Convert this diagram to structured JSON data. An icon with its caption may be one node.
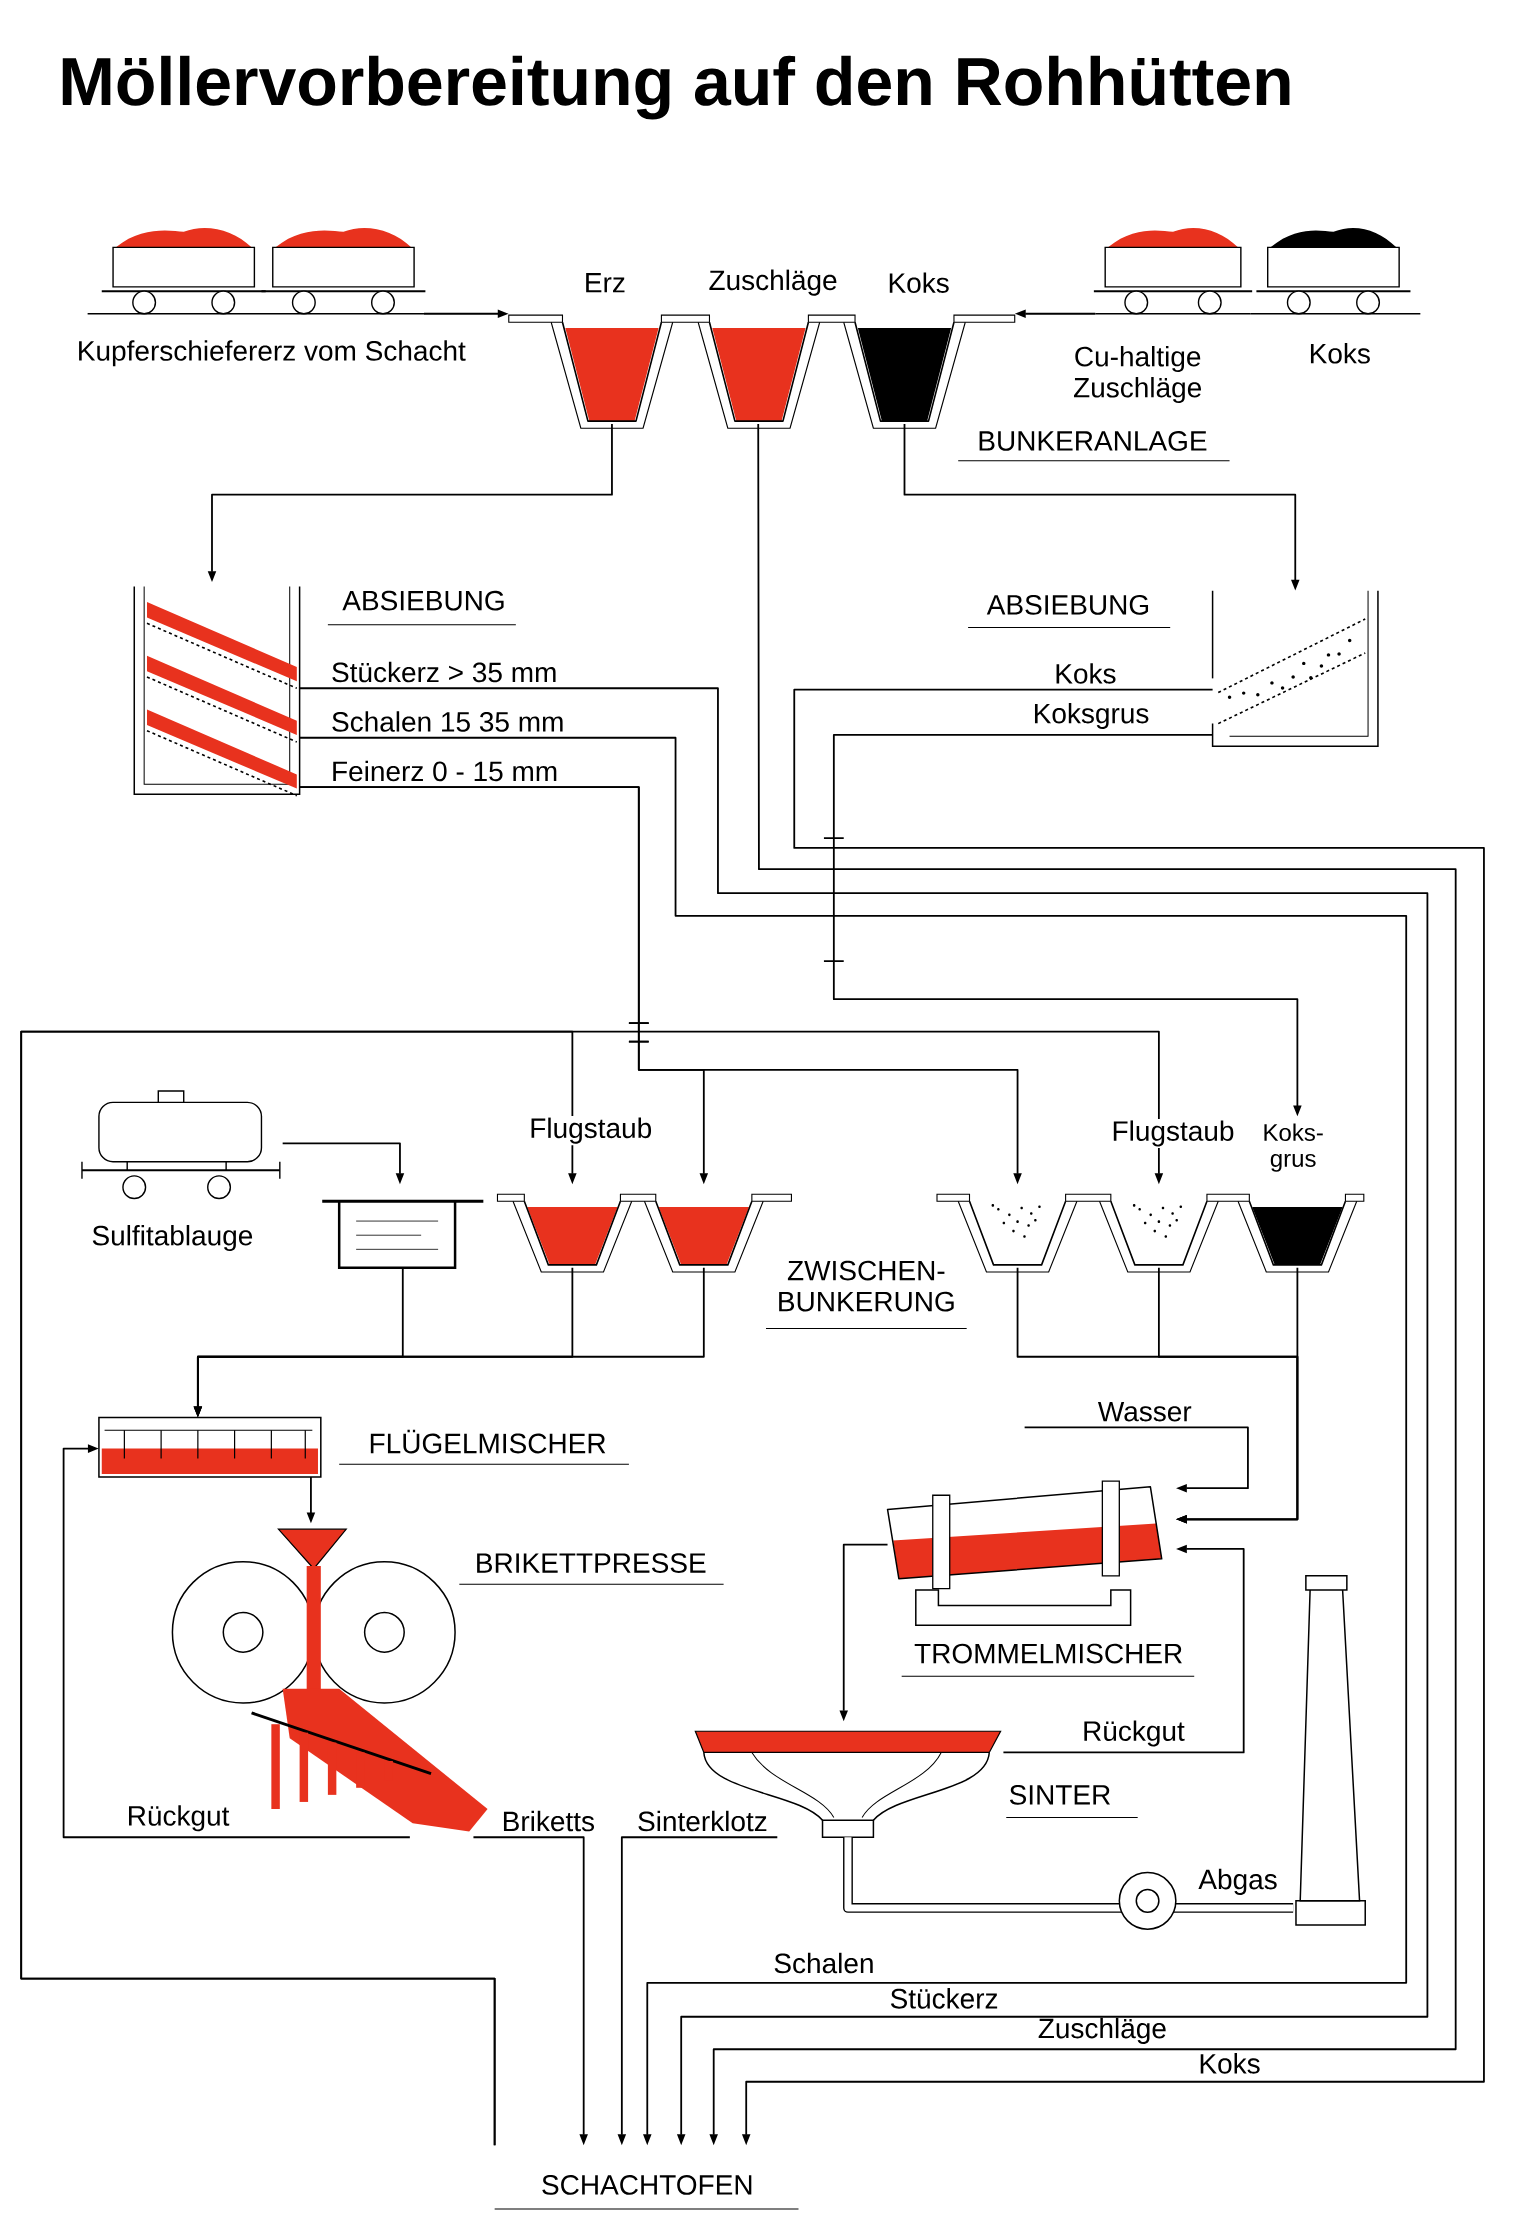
{
  "diagram": {
    "title": "Möllervorbereitung auf den Rohhütten",
    "nodes": [
      {
        "text": [
          "Kupferschiefererz vom Schacht"
        ]
      },
      {
        "text": [
          "Erz"
        ]
      },
      {
        "text": [
          "Zuschläge"
        ]
      },
      {
        "text": [
          "Koks"
        ]
      },
      {
        "text": [
          "Cu-haltige Zuschläge"
        ]
      },
      {
        "text": [
          "Koks"
        ]
      },
      {
        "text": [
          "ABSIEBUNG"
        ]
      },
      {
        "text": [
          "ABSIEBUNG"
        ]
      },
      {
        "text": [
          "Sulfitablauge"
        ]
      },
      {
        "text": [],
        "shape": "picture"
      },
      {
        "text": [],
        "shape": "picture"
      },
      {
        "text": [],
        "shape": "picture"
      },
      {
        "text": [],
        "shape": "picture"
      },
      {
        "text": [],
        "shape": "picture"
      },
      {
        "text": [],
        "shape": "picture",
        "beside": [
          "Koks- grus"
        ]
      },
      {
        "text": [
          "FLÜGELMISCHER"
        ]
      },
      {
        "text": [
          "BRIKETTPRESSE"
        ]
      },
      {
        "text": [
          "TROMMELMISCHER"
        ]
      },
      {
        "text": [
          "SINTER"
        ]
      },
      {
        "text": [],
        "shape": "picture"
      },
      {
        "text": [
          "SCHACHTOFEN"
        ]
      }
    ],
    "edges": [
      {
        "from": 0,
        "to": 1,
        "arrow": "to"
      },
      {
        "from": 4,
        "to": 3,
        "arrow": "to"
      },
      {
        "from": 1,
        "to": 6,
        "arrow": "to"
      },
      {
        "from": 3,
        "to": 7,
        "arrow": "to"
      },
      {
        "from": 2,
        "to": 20,
        "arrow": "to",
        "label": "Zuschläge"
      },
      {
        "from": 6,
        "to": 20,
        "arrow": "to",
        "label": "Stückerz > 35 mm"
      },
      {
        "from": 6,
        "to": 20,
        "arrow": "to",
        "label": "Schalen 15 35 mm"
      },
      {
        "from": 6,
        "to": 11,
        "arrow": "to",
        "label": "Feinerz 0 - 15 mm"
      },
      {
        "from": 6,
        "to": 12,
        "arrow": "to"
      },
      {
        "from": 7,
        "to": 20,
        "arrow": "to",
        "label": "Koks"
      },
      {
        "from": 7,
        "to": 14,
        "arrow": "to",
        "label": "Koksgrus"
      },
      {
        "from": 20,
        "to": 10,
        "arrow": "to",
        "label": "Flugstaub"
      },
      {
        "from": 20,
        "to": 13,
        "arrow": "to",
        "label": "Flugstaub"
      },
      {
        "from": 8,
        "to": 9,
        "arrow": "to"
      },
      {
        "from": 9,
        "to": 15,
        "arrow": "to"
      },
      {
        "from": 10,
        "to": 15,
        "arrow": "to"
      },
      {
        "from": 11,
        "to": 15,
        "arrow": "to"
      },
      {
        "from": 12,
        "to": 17,
        "arrow": "to"
      },
      {
        "from": 13,
        "to": 17,
        "arrow": "to"
      },
      {
        "from": 14,
        "to": 17,
        "arrow": "to"
      },
      {
        "from": null,
        "to": 17,
        "arrow": "to",
        "label": "Wasser"
      },
      {
        "from": 18,
        "to": 17,
        "arrow": "to",
        "label": "Rückgut"
      },
      {
        "from": 17,
        "to": 18,
        "arrow": "to"
      },
      {
        "from": 15,
        "to": 16,
        "arrow": "to"
      },
      {
        "from": 16,
        "to": 15,
        "arrow": "to",
        "label": "Rückgut"
      },
      {
        "from": 16,
        "to": 20,
        "arrow": "to",
        "label": "Briketts"
      },
      {
        "from": 18,
        "to": 20,
        "arrow": "to",
        "label": "Sinterklotz"
      },
      {
        "from": 18,
        "to": 19,
        "arrow": "none",
        "label": "Abgas",
        "style": "thick"
      }
    ],
    "labels": [
      "BUNKERANLAGE",
      "ZWISCHEN- BUNKERUNG",
      "Schalen",
      "Stückerz",
      "Koks"
    ]
  }
}
